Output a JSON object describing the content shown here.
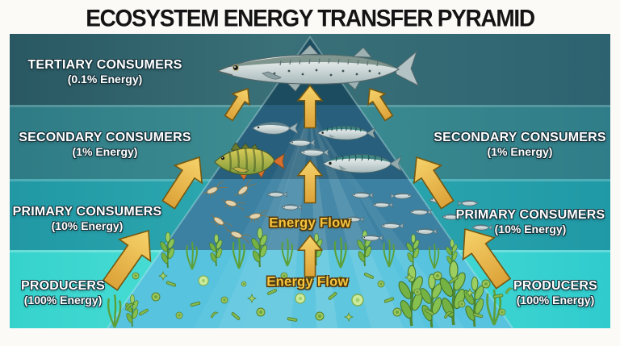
{
  "title": "ECOSYSTEM ENERGY TRANSFER PYRAMID",
  "levels": [
    {
      "id": "tertiary",
      "label": "TERTIARY CONSUMERS",
      "energy": "(0.1% Energy)"
    },
    {
      "id": "secondary",
      "label": "SECONDARY CONSUMERS",
      "energy": "(1% Energy)"
    },
    {
      "id": "primary",
      "label": "PRIMARY CONSUMERS",
      "energy": "(10% Energy)"
    },
    {
      "id": "producers",
      "label": "PRODUCERS",
      "energy": "(100% Energy)"
    }
  ],
  "annotations": {
    "energy_flow_upper": "Energy Flow",
    "energy_flow_lower": "Energy Flow"
  },
  "colors": {
    "arrow_gold": "#E9B945",
    "energy_flow_text": "#F6C63E",
    "band_tertiary": "#2F6570",
    "band_secondary": "#328089",
    "band_primary": "#27A2AC",
    "band_producers": "#3BD9D2",
    "pyramid_top": "#1C4C5F",
    "pyramid_bottom": "#57C3DE",
    "title_text": "#141414",
    "label_text": "#FFFFFF"
  },
  "illustrations": [
    "barracuda",
    "herring",
    "mackerel",
    "perch",
    "small-fish",
    "zooplankton",
    "seaweed",
    "phytoplankton"
  ]
}
